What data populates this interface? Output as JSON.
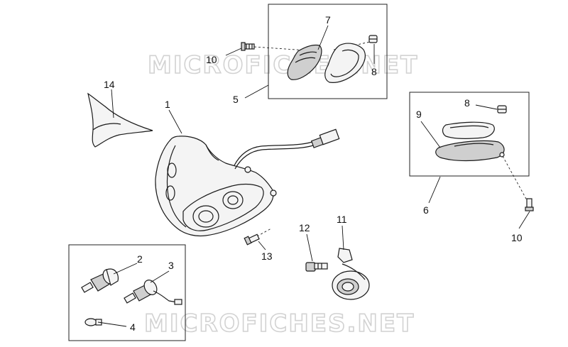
{
  "watermark": "MICROFICHES.NET",
  "callouts": {
    "c1": "1",
    "c2": "2",
    "c3": "3",
    "c4": "4",
    "c5": "5",
    "c6": "6",
    "c7": "7",
    "c8a": "8",
    "c8b": "8",
    "c9": "9",
    "c10a": "10",
    "c10b": "10",
    "c11": "11",
    "c12": "12",
    "c13": "13",
    "c14": "14"
  }
}
